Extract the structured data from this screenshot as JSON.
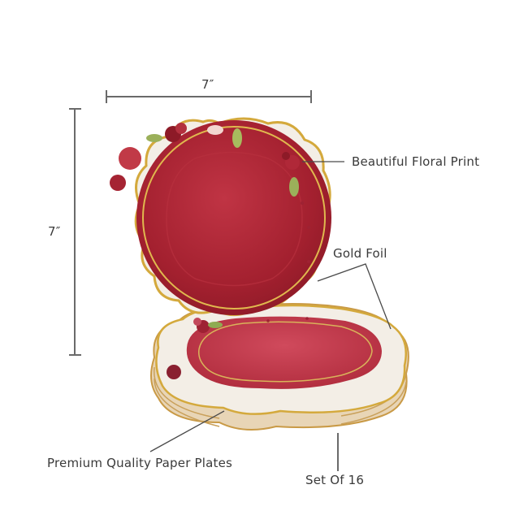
{
  "dimensions": {
    "width_label": "7″",
    "height_label": "7″"
  },
  "callouts": {
    "floral": "Beautiful Floral Print",
    "gold_foil": "Gold Foil",
    "quality": "Premium Quality Paper Plates",
    "set": "Set Of 16"
  },
  "colors": {
    "plate_red": "#a3202f",
    "plate_red_light": "#c4364a",
    "gold": "#d4a93c",
    "plate_white": "#f3eee6",
    "line": "#6a6a6a",
    "text": "#3a3a3a"
  }
}
